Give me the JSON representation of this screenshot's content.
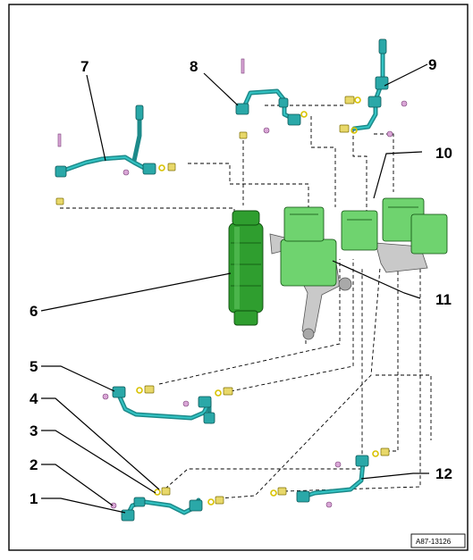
{
  "callouts": {
    "c1": "1",
    "c2": "2",
    "c3": "3",
    "c4": "4",
    "c5": "5",
    "c6": "6",
    "c7": "7",
    "c8": "8",
    "c9": "9",
    "c10": "10",
    "c11": "11",
    "c12": "12"
  },
  "figure_id": "A87-13126",
  "colors": {
    "pipe": "#1d8a8a",
    "receiver_drier": "#2f9e2f",
    "heat_exchanger": "#6fd36f",
    "seal": "#e8d86a",
    "screw": "#d9a6d6",
    "bracket": "#c9c9c9"
  }
}
